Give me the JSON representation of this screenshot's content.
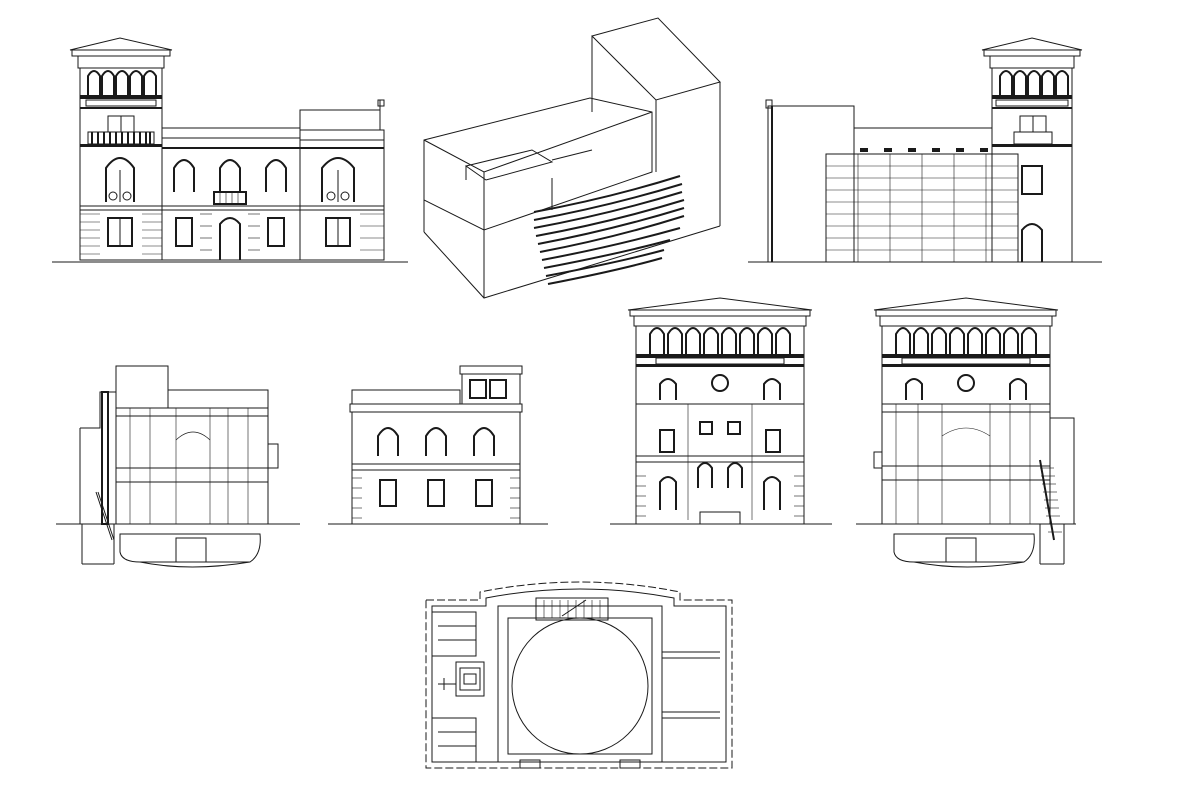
{
  "sheet": {
    "background": "#ffffff",
    "line_color": "#1a1a1a",
    "drawings": [
      {
        "id": "front-elevation",
        "view": "elevation"
      },
      {
        "id": "axonometric-view",
        "view": "axonometric"
      },
      {
        "id": "rear-elevation",
        "view": "elevation"
      },
      {
        "id": "section-left",
        "view": "section"
      },
      {
        "id": "side-elevation-low",
        "view": "elevation"
      },
      {
        "id": "side-elevation-tower",
        "view": "elevation"
      },
      {
        "id": "section-right",
        "view": "section"
      },
      {
        "id": "floor-plan",
        "view": "plan"
      }
    ]
  }
}
